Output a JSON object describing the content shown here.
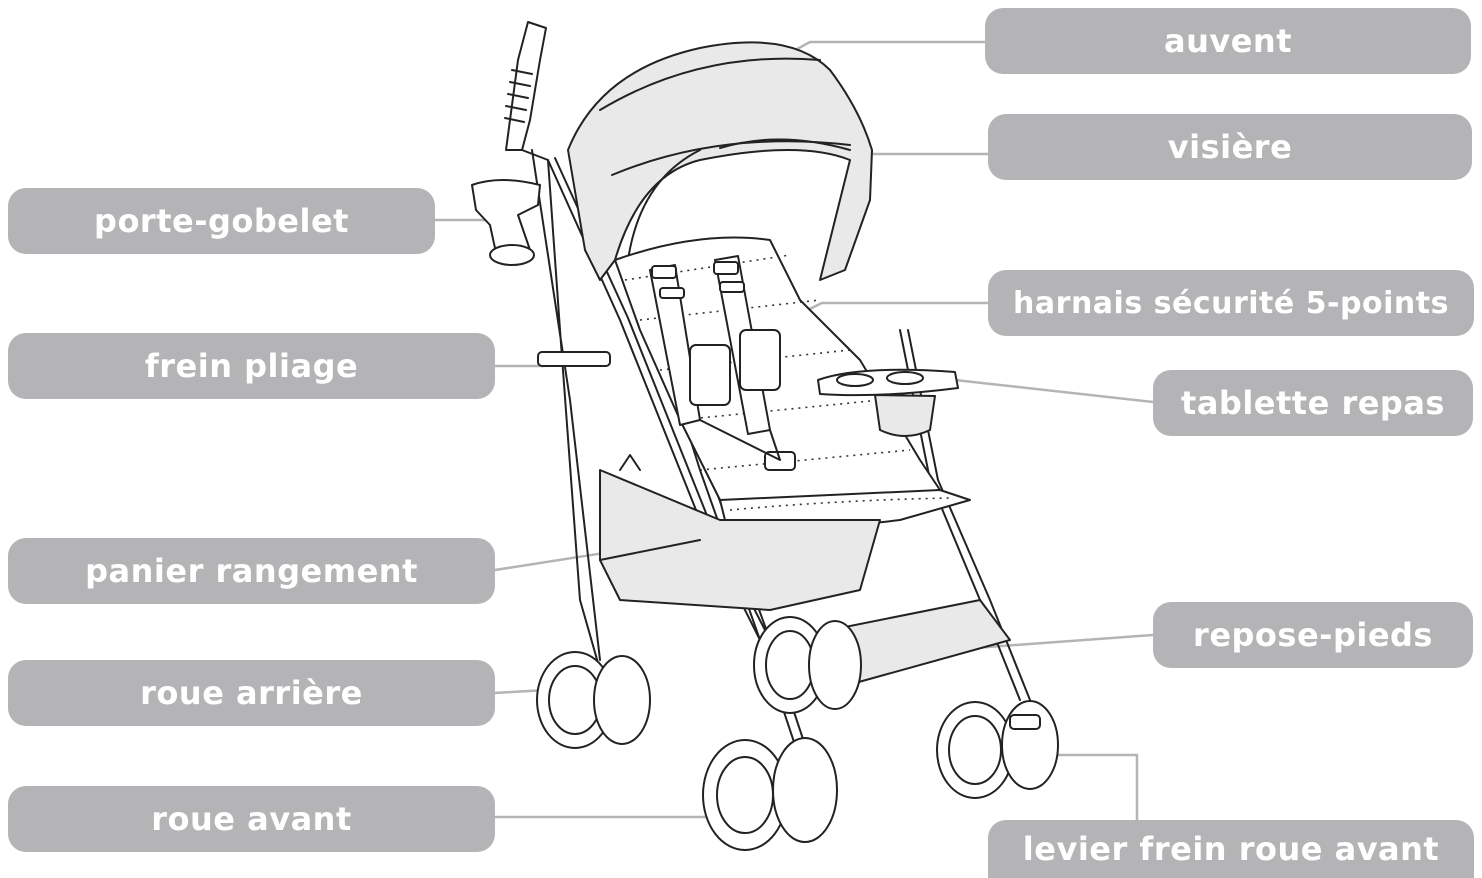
{
  "labels": {
    "canopy": "auvent",
    "visor": "visière",
    "cup_holder": "porte-gobelet",
    "harness": "harnais sécurité 5-points",
    "fold_lock": "frein pliage",
    "tray": "tablette repas",
    "basket": "panier rangement",
    "footrest": "repose-pieds",
    "rear_wheel": "roue arrière",
    "front_wheel": "roue avant",
    "front_brake_lever": "levier frein roue avant"
  },
  "colors": {
    "label_fill": "#b4b4b6",
    "label_text": "#ffffff",
    "line_art": "#222222"
  }
}
